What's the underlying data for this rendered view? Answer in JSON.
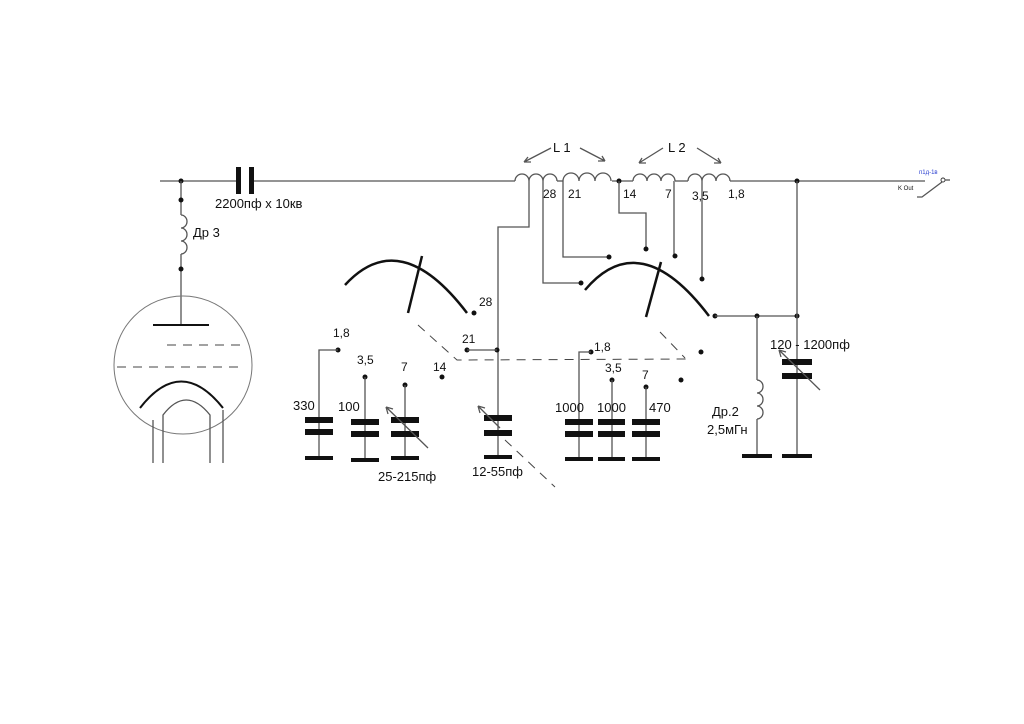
{
  "labels": {
    "coupling_cap": "2200пф х 10кв",
    "choke3": "Др 3",
    "l1": "L 1",
    "l2": "L 2",
    "tap_28": "28",
    "tap_21": "21",
    "tap_14": "14",
    "tap_7": "7",
    "tap_3_5": "3,5",
    "tap_1_8": "1,8",
    "sw1_28": "28",
    "sw1_21": "21",
    "sw1_14": "14",
    "sw1_7": "7",
    "sw1_3_5": "3,5",
    "sw1_1_8": "1,8",
    "c330": "330",
    "c100": "100",
    "var_cap_1": "25-215пф",
    "var_cap_2": "12-55пф",
    "sw2_1_8": "1,8",
    "sw2_3_5": "3,5",
    "sw2_7": "7",
    "c1000a": "1000",
    "c1000b": "1000",
    "c470": "470",
    "choke2": "Др.2",
    "choke2_value": "2,5мГн",
    "var_cap_3": "120 - 1200пф",
    "relay": "п1д-1в",
    "k_out": "K  Out"
  },
  "colors": {
    "relay_label": "#2a3fd0"
  }
}
